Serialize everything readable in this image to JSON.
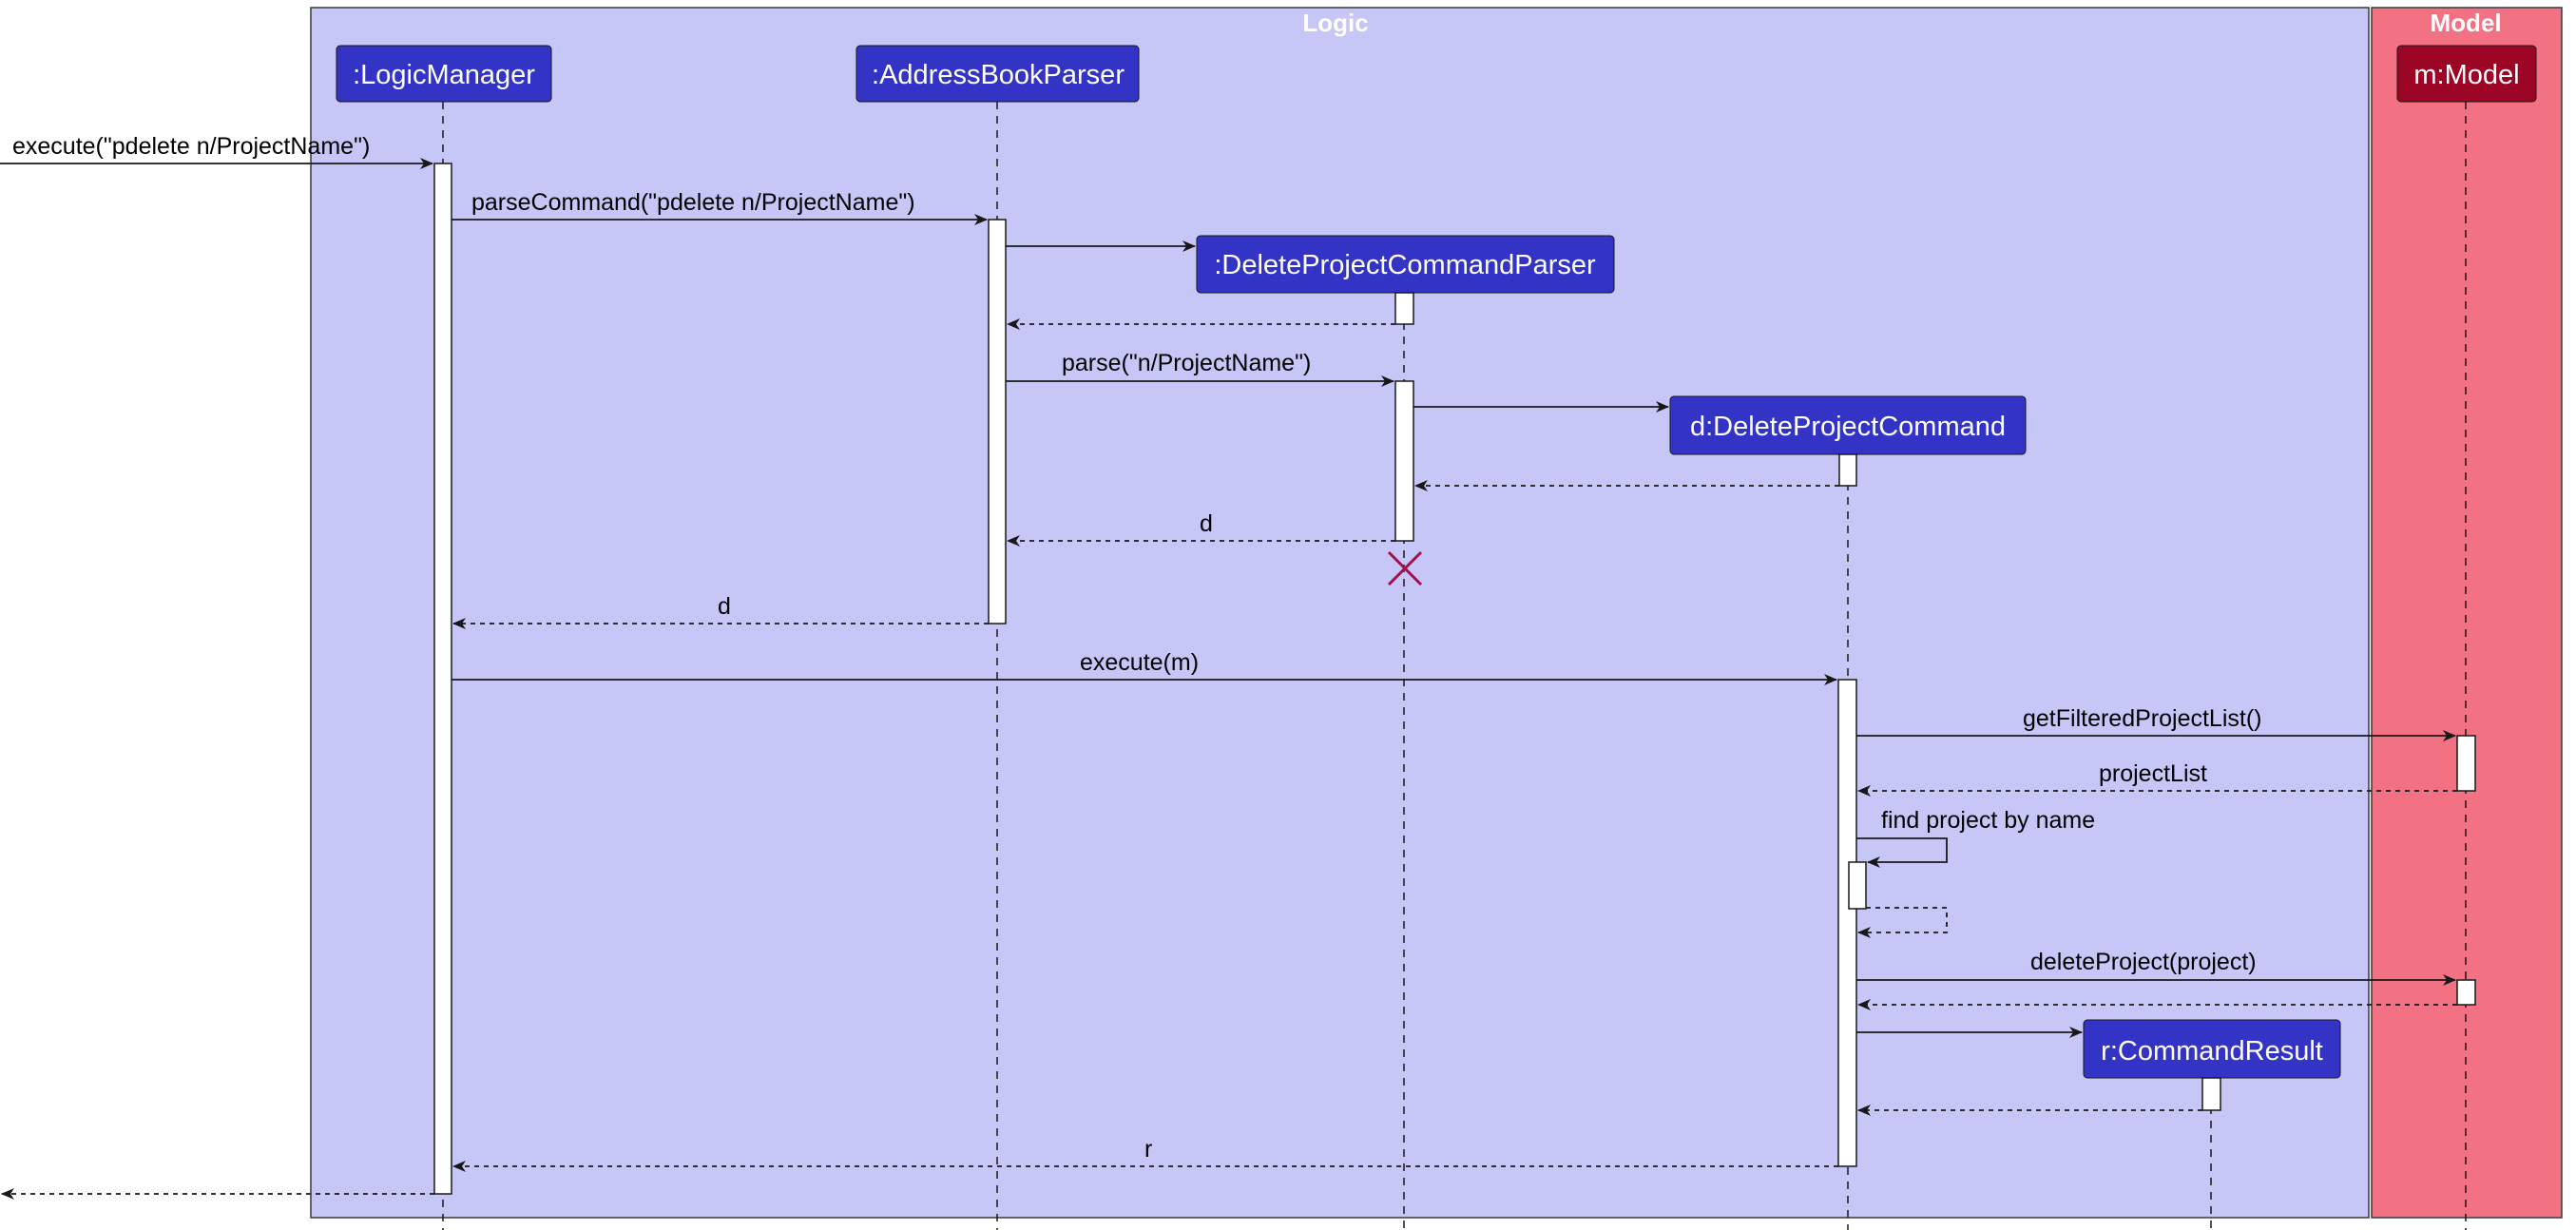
{
  "colors": {
    "logic_group_bg": "#c6c6f7",
    "logic_group_border": "#3a3a3a",
    "model_group_bg": "#f27283",
    "participant_fill": "#3333c5",
    "model_participant_fill": "#9c0526",
    "activation_fill": "#ffffff",
    "line": "#181818",
    "destroy_mark": "#a0104a"
  },
  "groups": {
    "logic": "Logic",
    "model": "Model"
  },
  "participants": {
    "logic_manager": ":LogicManager",
    "address_book_parser": ":AddressBookParser",
    "delete_project_command_parser": ":DeleteProjectCommandParser",
    "delete_project_command": "d:DeleteProjectCommand",
    "command_result": "r:CommandResult",
    "model": "m:Model"
  },
  "messages": {
    "execute_call": "execute(\"pdelete n/ProjectName\")",
    "parse_command": "parseCommand(\"pdelete n/ProjectName\")",
    "parse": "parse(\"n/ProjectName\")",
    "return_d_from_parser": "d",
    "return_d_to_manager": "d",
    "execute_m": "execute(m)",
    "get_filtered_project_list": "getFilteredProjectList()",
    "project_list": "projectList",
    "find_project_by_name": "find project by name",
    "delete_project": "deleteProject(project)",
    "return_r": "r"
  }
}
